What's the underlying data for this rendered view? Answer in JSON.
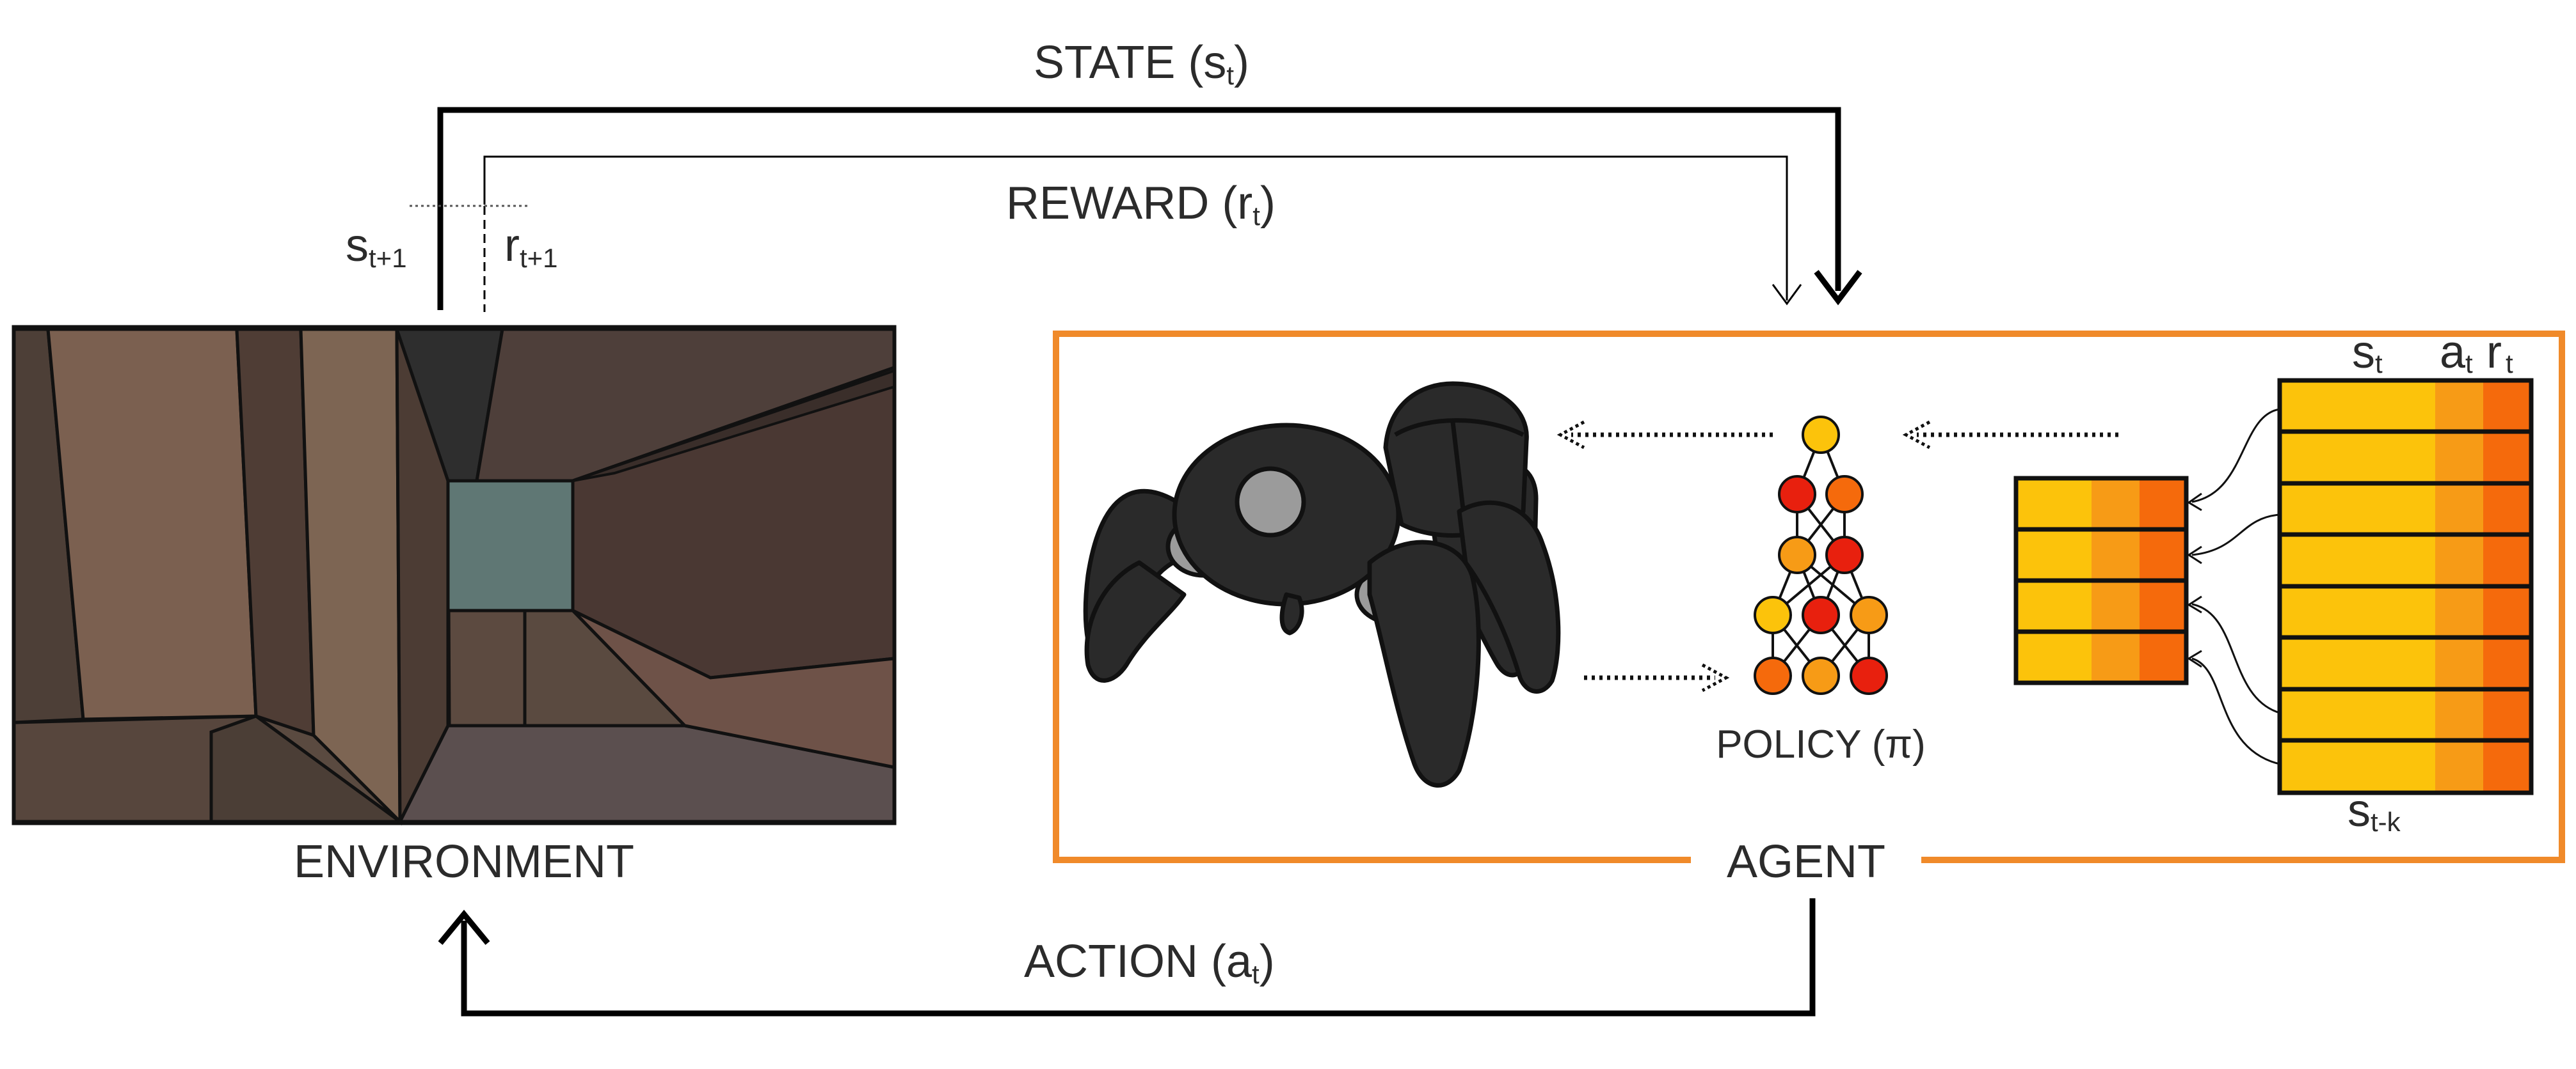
{
  "labels": {
    "state": "STATE (s",
    "state_sub": "t",
    "reward": "REWARD (r",
    "reward_sub": "t",
    "action": "ACTION (a",
    "action_sub": "t",
    "close_paren": ")",
    "environment": "ENVIRONMENT",
    "agent": "AGENT",
    "policy": "POLICY (π)",
    "s_next": "s",
    "s_next_sub": "t+1",
    "r_next": "r",
    "r_next_sub": "t+1",
    "mem_s": "s",
    "mem_s_sub": "t",
    "mem_a": "a",
    "mem_a_sub": "t",
    "mem_r": "r",
    "mem_r_sub": "t",
    "mem_old": "s",
    "mem_old_sub": "t-k"
  },
  "colors": {
    "agent_border": "#f08a2a",
    "state_yellow": "#fcc30b",
    "action_orange": "#f79b16",
    "reward_orange": "#f56a0c",
    "node_red": "#e8200e",
    "robot_body": "#2a2a2a",
    "robot_joint": "#9b9b9b",
    "env_window": "#5f7774"
  },
  "icons": {
    "robot": "spider-robot-icon",
    "network": "neural-network-icon",
    "environment": "3d-maze-corridor-view"
  }
}
